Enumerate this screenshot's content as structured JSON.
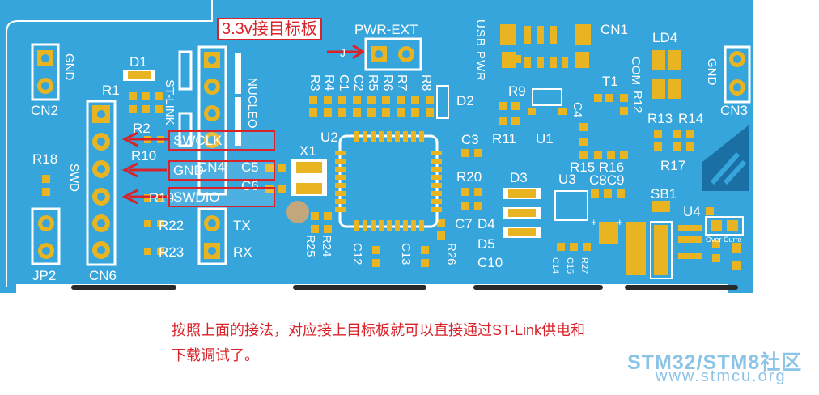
{
  "board": {
    "colors": {
      "pcb": "#36a5dc",
      "pad": "#e8b422",
      "silk": "#ffffff",
      "callout": "#d8232a",
      "watermark": "#8cc4e8",
      "slot": "#2a2a2a"
    },
    "labels": {
      "pwr_ext": "PWR-EXT",
      "usb_pwr": "USB PWR",
      "cn1": "CN1",
      "ld4": "LD4",
      "com": "COM",
      "gnd_left": "GND",
      "gnd_right": "GND",
      "cn2": "CN2",
      "cn3": "CN3",
      "d1": "D1",
      "r1": "R1",
      "st_link": "ST-LINK",
      "nucleo": "NUCLEO",
      "r3": "R3",
      "r4": "R4",
      "c1": "C1",
      "c2": "C2",
      "r5": "R5",
      "r6": "R6",
      "r7": "R7",
      "r8": "R8",
      "j": "J",
      "d2": "D2",
      "r9": "R9",
      "t1": "T1",
      "c4": "C4",
      "r12": "R12",
      "r13": "R13",
      "r14": "R14",
      "r11": "R11",
      "u1": "U1",
      "r15": "R15",
      "r16": "R16",
      "r17": "R17",
      "r2": "R2",
      "r10": "R10",
      "u2": "U2",
      "x1": "X1",
      "c3": "C3",
      "r18": "R18",
      "swd": "SWD",
      "c5": "C5",
      "c6": "C6",
      "cn4": "CN4",
      "r20": "R20",
      "d3": "D3",
      "u3": "U3",
      "c8c9": "C8C9",
      "sb1": "SB1",
      "u4": "U4",
      "r19": "R19",
      "c7": "C7",
      "d4": "D4",
      "r22": "R22",
      "tx": "TX",
      "r23": "R23",
      "rx": "RX",
      "r25": "R25",
      "r24": "R24",
      "c12": "C12",
      "c13": "C13",
      "r26": "R26",
      "d5": "D5",
      "c10": "C10",
      "c14": "C14",
      "c15": "C15",
      "r27": "R27",
      "jp2": "JP2",
      "cn6": "CN6",
      "over_current": "Over Curre",
      "plus1": "+",
      "plus2": "+"
    },
    "callouts": {
      "top": "3.3v接目标板",
      "swclk": "SWCLK",
      "gnd": "GND",
      "swdio": "SWDIO"
    }
  },
  "caption": {
    "line1": "按照上面的接法，对应接上目标板就可以直接通过ST-Link供电和",
    "line2": "下载调试了。"
  },
  "watermark": {
    "brand": "STM32/STM8社区",
    "url": "www.stmcu.org"
  }
}
